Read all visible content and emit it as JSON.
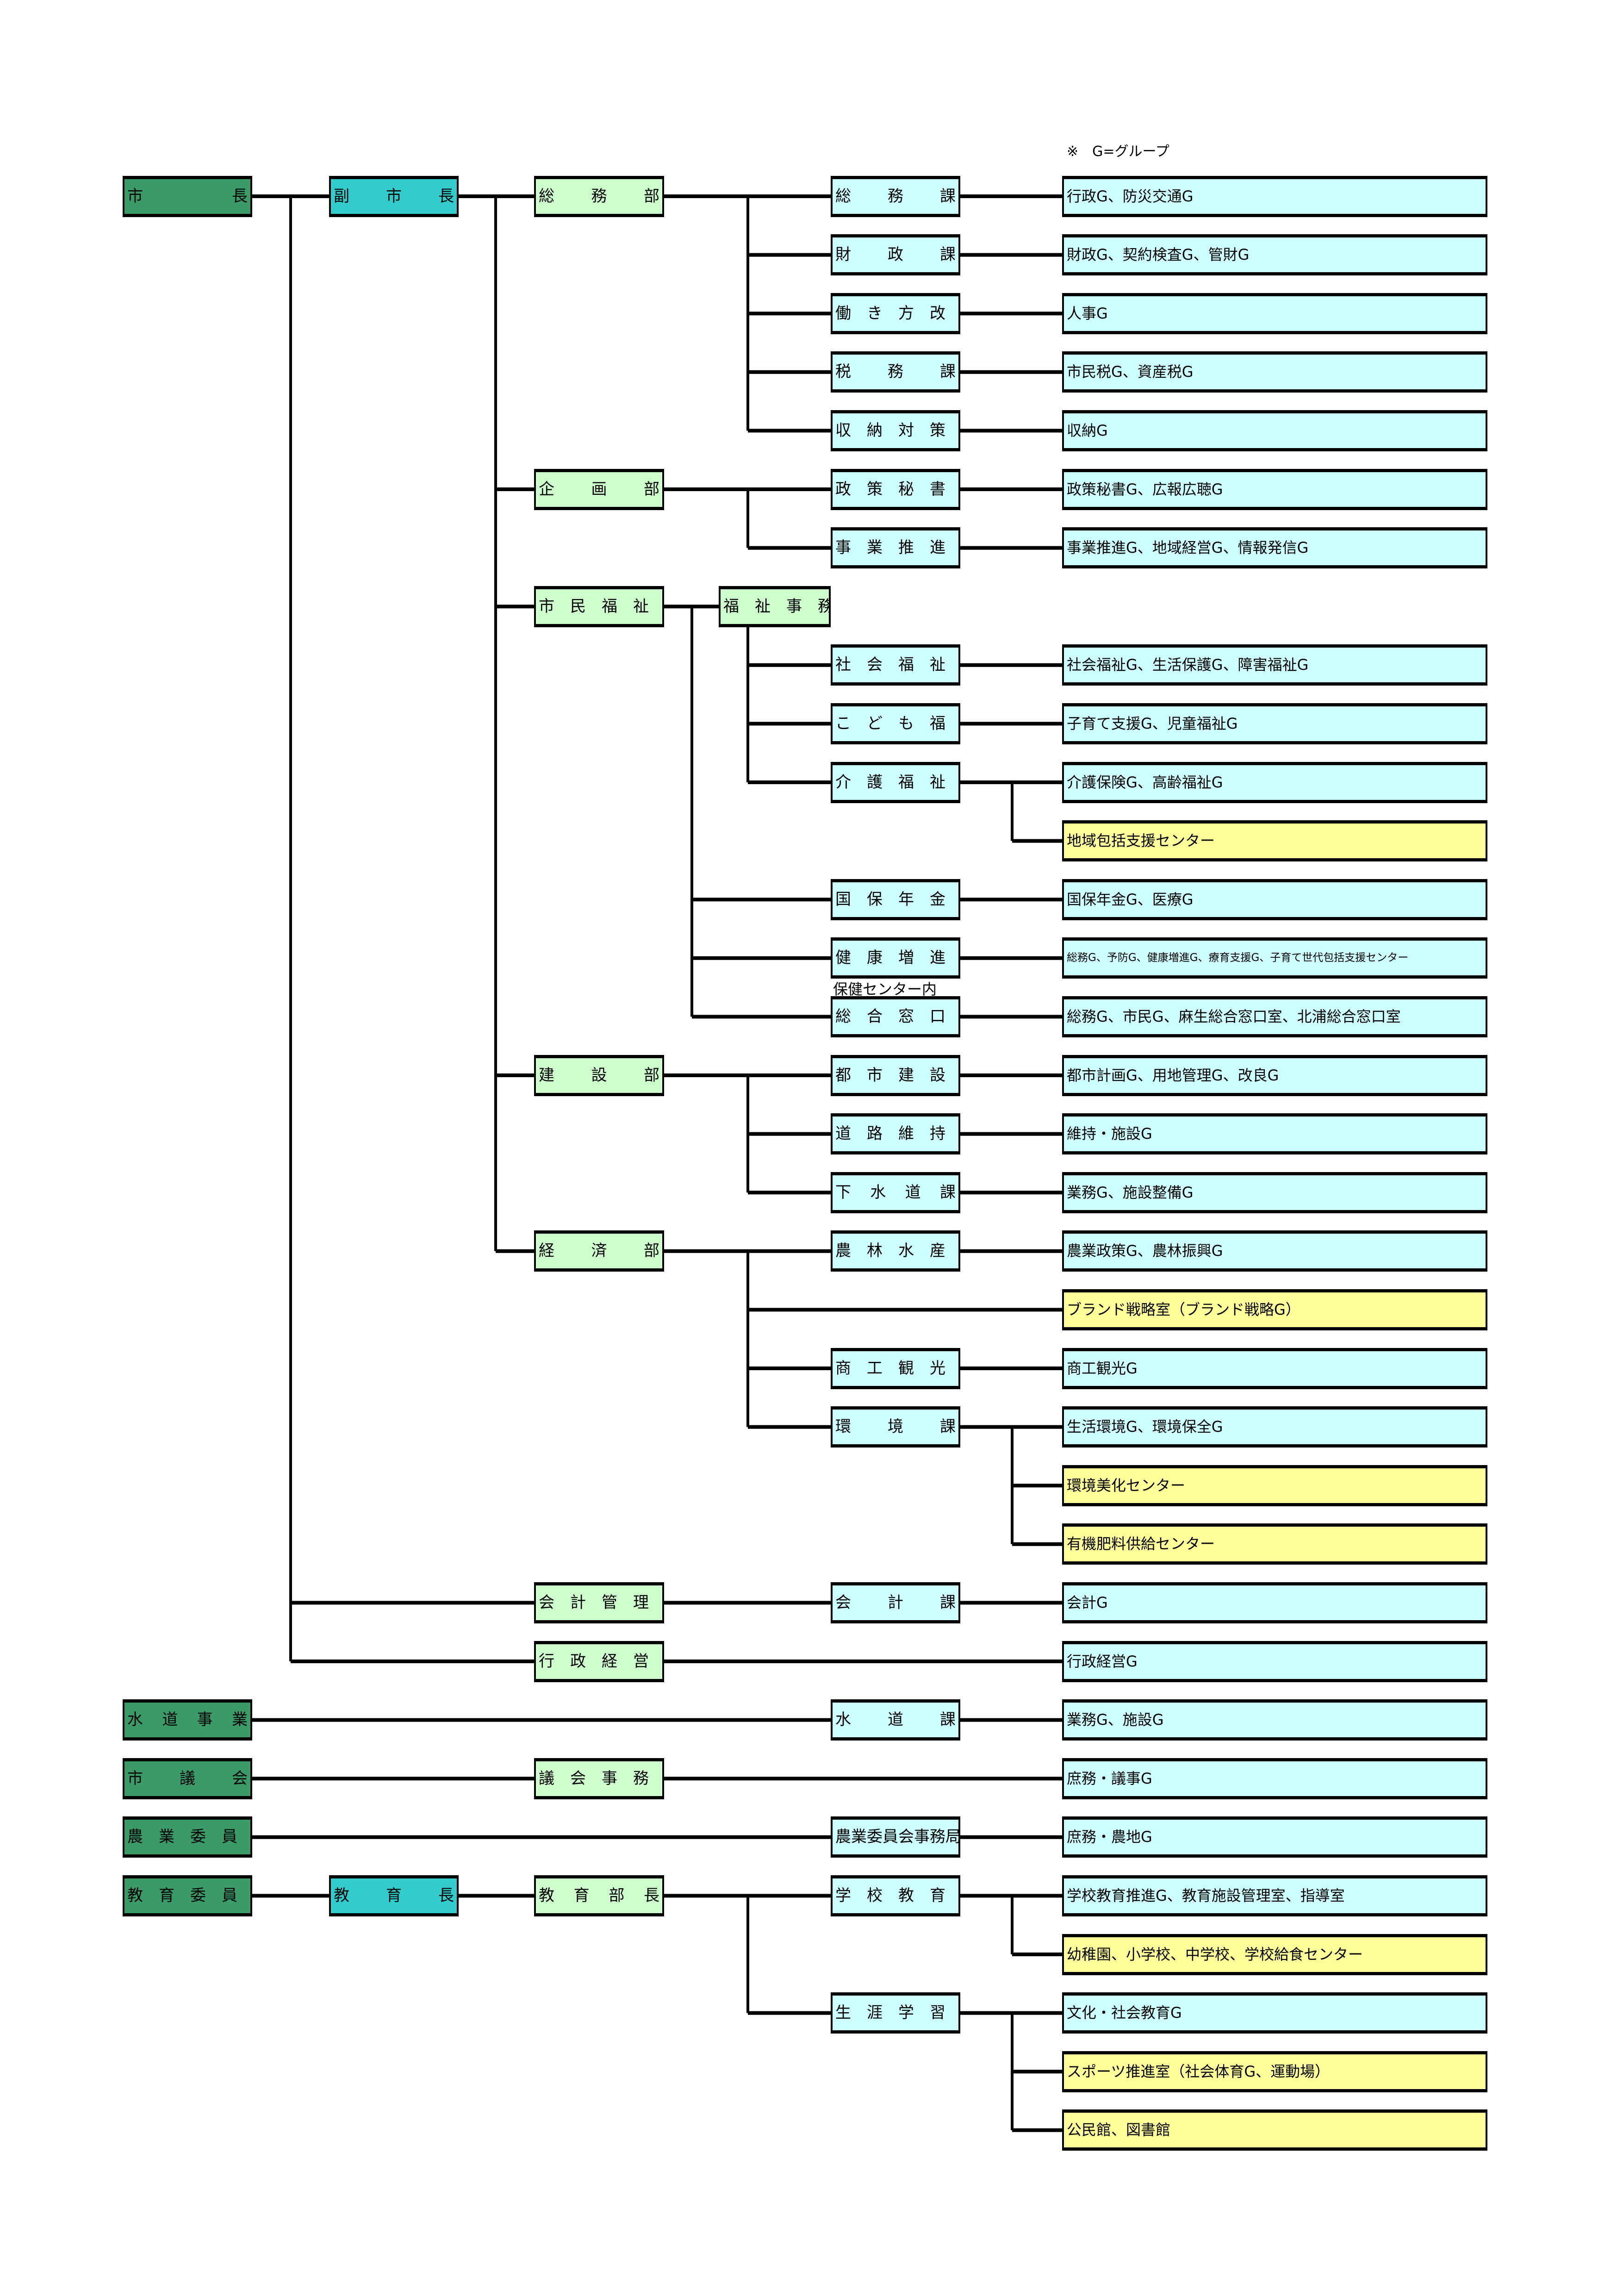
{
  "note": "※　G=グループ",
  "health_center_note": "保健センター内",
  "colors": {
    "executive": "#3a9a68",
    "deputy": "#33cccc",
    "department": "#ccffcc",
    "section": "#ccffff",
    "center": "#ffff99",
    "line": "#000000"
  },
  "leaders": {
    "mayor": "市　　　長",
    "deputy_mayor": "副　市　長",
    "water_business": "水　道　事　業",
    "city_council": "市　議　会",
    "agri_committee": "農　業　委　員　会",
    "edu_committee": "教　育　委　員　会",
    "superintendent": "教　育　長"
  },
  "departments": [
    "総　務　部",
    "企　画　部",
    "市　民　福　祉　部",
    "建　設　部",
    "経　済　部",
    "会　計　管　理　者",
    "行　政　経　営　課",
    "議　会　事　務　局",
    "教　育　部　長"
  ],
  "welfare_office": "福　祉　事　務　所",
  "sections": [
    "総　務　課",
    "財　政　課",
    "働　き　方　改　革　課",
    "税　務　課",
    "収　納　対　策　課",
    "政　策　秘　書　課",
    "事　業　推　進　課",
    "社　会　福　祉　課",
    "こ　ど　も　福　祉　課",
    "介　護　福　祉　課",
    "国　保　年　金　課",
    "健　康　増　進　課",
    "総　合　窓　口　課",
    "都　市　建　設　課",
    "道　路　維　持　課",
    "下　水　道　課",
    "農　林　水　産　課",
    "商　工　観　光　課",
    "環　境　課",
    "会　計　課",
    "水　道　課",
    "農業委員会事務局",
    "学　校　教　育　課",
    "生　涯　学　習　課"
  ],
  "groups": [
    "行政G、防災交通G",
    "財政G、契約検査G、管財G",
    "人事G",
    "市民税G、資産税G",
    "収納G",
    "政策秘書G、広報広聴G",
    "事業推進G、地域経営G、情報発信G",
    "社会福祉G、生活保護G、障害福祉G",
    "子育て支援G、児童福祉G",
    "介護保険G、高齢福祉G",
    "国保年金G、医療G",
    "総務G、予防G、健康増進G、療育支援G、子育て世代包括支援センター",
    "総務G、市民G、麻生総合窓口室、北浦総合窓口室",
    "都市計画G、用地管理G、改良G",
    "維持・施設G",
    "業務G、施設整備G",
    "農業政策G、農林振興G",
    "商工観光G",
    "生活環境G、環境保全G",
    "会計G",
    "行政経営G",
    "業務G、施設G",
    "庶務・議事G",
    "庶務・農地G",
    "学校教育推進G、教育施設管理室、指導室",
    "文化・社会教育G"
  ],
  "centers": [
    "地域包括支援センター",
    "ブランド戦略室（ブランド戦略G）",
    "環境美化センター",
    "有機肥料供給センター",
    "幼稚園、小学校、中学校、学校給食センター",
    "スポーツ推進室（社会体育G、運動場）",
    "公民館、図書館"
  ]
}
